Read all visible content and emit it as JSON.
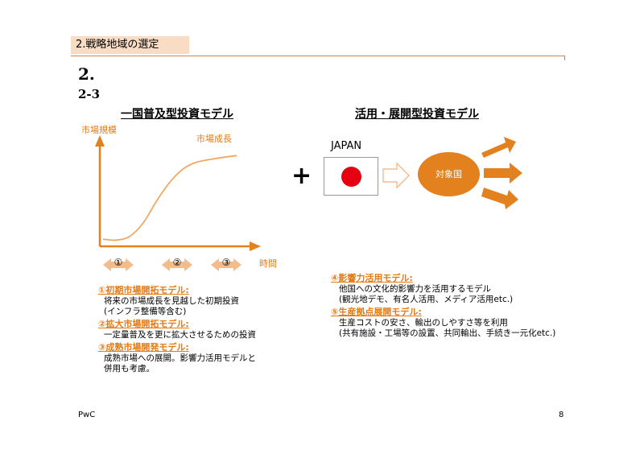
{
  "header": {
    "section_title": "2.戦略地域の選定"
  },
  "headings": {
    "number": "2.",
    "sub_number": "2-3"
  },
  "left_model": {
    "title": "一国普及型投資モデル",
    "chart_data": {
      "type": "line",
      "ylabel": "市場規模",
      "xlabel": "時間",
      "series": [
        {
          "name": "市場成長",
          "values": [
            [
              0.0,
              0.05
            ],
            [
              0.1,
              0.04
            ],
            [
              0.2,
              0.08
            ],
            [
              0.3,
              0.22
            ],
            [
              0.4,
              0.45
            ],
            [
              0.5,
              0.65
            ],
            [
              0.6,
              0.79
            ],
            [
              0.7,
              0.86
            ],
            [
              0.85,
              0.9
            ],
            [
              1.0,
              0.93
            ]
          ]
        }
      ]
    },
    "phases": [
      "①",
      "②",
      "③"
    ],
    "items": [
      {
        "title": "①初期市場開拓モデル:",
        "lines": [
          "将来の市場成長を見越した初期投資",
          "(インフラ整備等含む)"
        ]
      },
      {
        "title": "②拡大市場開拓モデル:",
        "lines": [
          "一定量普及を更に拡大させるための投資"
        ]
      },
      {
        "title": "③成熟市場開発モデル:",
        "lines": [
          "成熟市場への展開。影響力活用モデルと",
          "併用も考慮。"
        ]
      }
    ]
  },
  "plus_sign": "+",
  "right_model": {
    "title": "活用・展開型投資モデル",
    "japan_label": "JAPAN",
    "target_label": "対象国",
    "items": [
      {
        "title": "④影響力活用モデル:",
        "lines": [
          "他国への文化的影響力を活用するモデル",
          "(観光地デモ、有名人活用、メディア活用etc.)"
        ]
      },
      {
        "title": "⑤生産拠点展開モデル:",
        "lines": [
          "生産コストの安さ、輸出のしやすさ等を利用",
          "(共有施設・工場等の設置、共同輸出、手続き一元化etc.)"
        ]
      }
    ]
  },
  "colors": {
    "accent": "#e47b15",
    "header_bg": "#f9dcc4",
    "arrow": "#e2811e",
    "flag_red": "#e60012"
  },
  "footer": {
    "left": "PwC",
    "page": "8"
  }
}
